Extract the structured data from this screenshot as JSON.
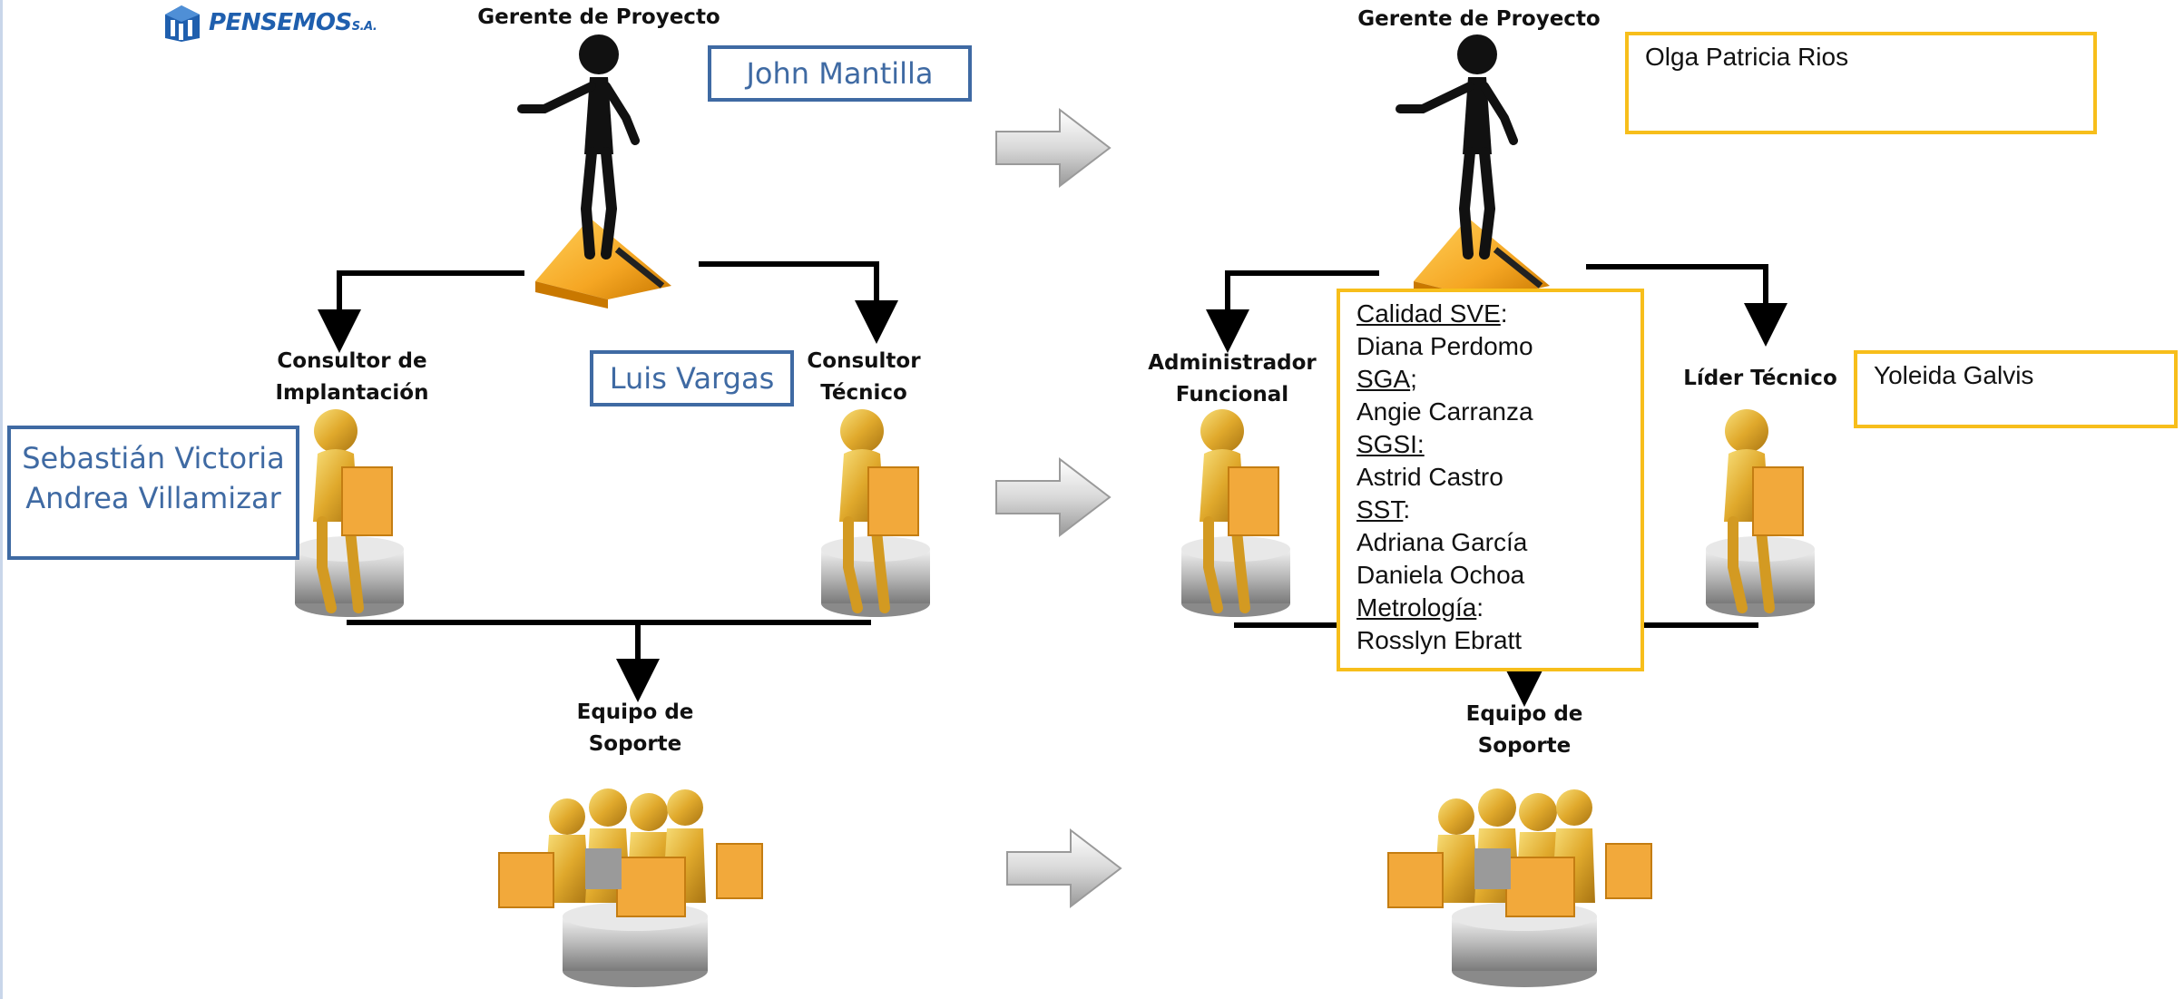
{
  "logo": {
    "name": "PENSEMOS",
    "suffix": "S.A."
  },
  "left": {
    "manager_label": "Gerente de Proyecto",
    "manager_name": "John Mantilla",
    "consultant_impl_label": "Consultor de\nImplantación",
    "consultant_impl_names": [
      "Sebastián Victoria",
      "Andrea Villamizar"
    ],
    "consultant_tech_label": "Consultor\nTécnico",
    "consultant_tech_name": "Luis Vargas",
    "support_label": "Equipo de\nSoporte"
  },
  "right": {
    "manager_label": "Gerente de Proyecto",
    "manager_name": "Olga Patricia Rios",
    "admin_label": "Administrador\nFuncional",
    "tech_lead_label": "Líder Técnico",
    "tech_lead_name": "Yoleida Galvis",
    "support_label": "Equipo de\nSoporte",
    "team": {
      "calidad_label": "Calidad SVE",
      "calidad_name": "Diana Perdomo",
      "sga_label": "SGA",
      "sga_name": "Angie Carranza",
      "sgsi_label": "SGSI:",
      "sgsi_name": "Astrid Castro",
      "sst_label": "SST",
      "sst_names": [
        "Adriana García",
        "Daniela Ochoa"
      ],
      "metrologia_label": "Metrología",
      "metrologia_name": "Rosslyn Ebratt"
    }
  },
  "colors": {
    "blue_box": "#3f6aa3",
    "yellow_box": "#f7be1b",
    "gold_figure": "#e4b43a",
    "orange_platform": "#f5a623",
    "arrow_gray": "#c8c8c8"
  },
  "icons": [
    "pensemos-logo-icon",
    "manager-figure-icon",
    "consultant-figure-icon",
    "support-team-icon",
    "transition-arrow-icon"
  ]
}
